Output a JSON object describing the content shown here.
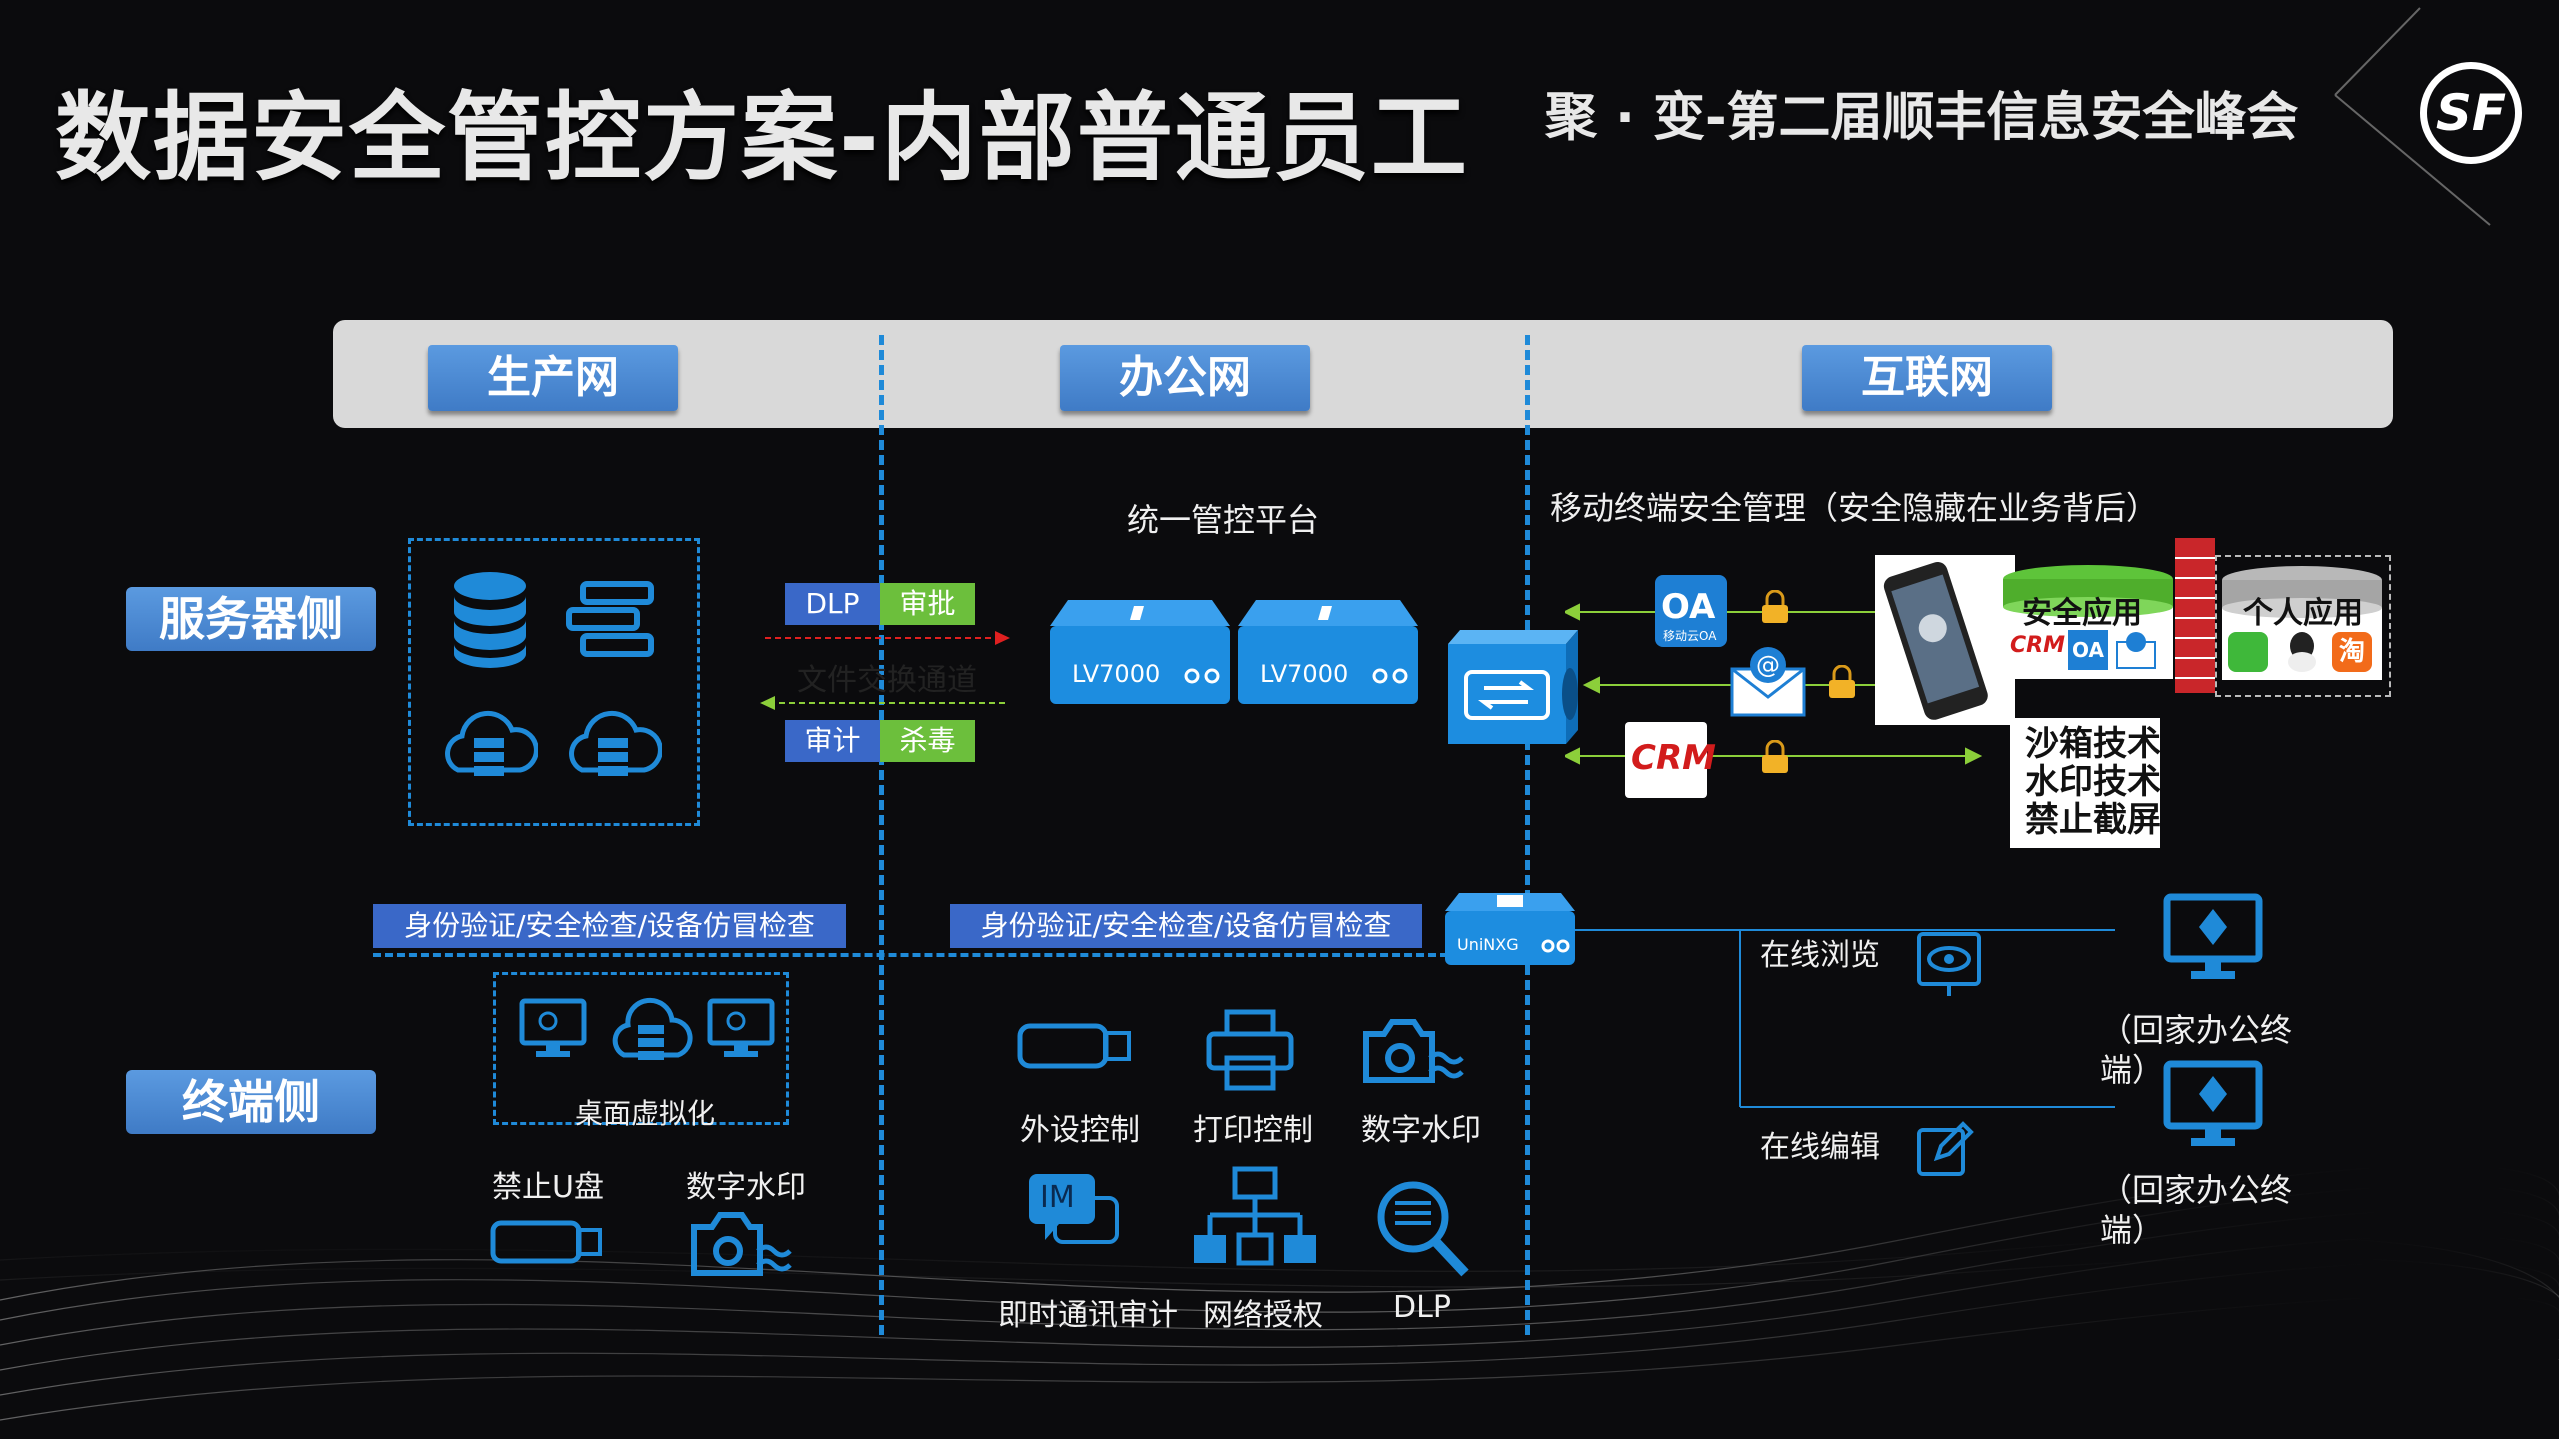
{
  "header": {
    "title": "数据安全管控方案-内部普通员工",
    "subtitle": "聚 · 变-第二届顺丰信息安全峰会",
    "logo_text": "SF"
  },
  "zones": {
    "production": "生产网",
    "office": "办公网",
    "internet": "互联网"
  },
  "rows": {
    "server": "服务器侧",
    "terminal": "终端侧"
  },
  "office": {
    "platform_title": "统一管控平台",
    "tags": {
      "dlp": "DLP",
      "approve": "审批",
      "audit": "审计",
      "antivirus": "杀毒"
    },
    "exchange_channel": "文件交换通道",
    "device_model": "LV7000",
    "gateway_model": "UniNXG",
    "auth_bar": "身份验证/安全检查/设备仿冒检查",
    "icons": [
      "外设控制",
      "打印控制",
      "数字水印",
      "即时通讯审计",
      "网络授权",
      "DLP"
    ],
    "im_glyph": "IM"
  },
  "production": {
    "auth_bar": "身份验证/安全检查/设备仿冒检查",
    "vdi": "桌面虚拟化",
    "usb_block": "禁止U盘",
    "watermark": "数字水印"
  },
  "internet": {
    "mobile_title": "移动终端安全管理（安全隐藏在业务背后）",
    "secure_apps": "安全应用",
    "personal_apps": "个人应用",
    "tech": [
      "沙箱技术",
      "水印技术",
      "禁止截屏"
    ],
    "oa_label": "OA",
    "oa_sub": "移动云OA",
    "crm_label": "CRM",
    "taobao": "淘",
    "online_browse": "在线浏览",
    "online_edit": "在线编辑",
    "home_terminal_1": "（回家办公终端）",
    "home_terminal_2": "（回家办公终端）"
  },
  "colors": {
    "accent_blue": "#1f8ad8",
    "tab_blue": "#4a8ad6",
    "green_tag": "#6cbf3c",
    "red_arrow": "#e02020",
    "green_arrow": "#8ccf3a"
  }
}
